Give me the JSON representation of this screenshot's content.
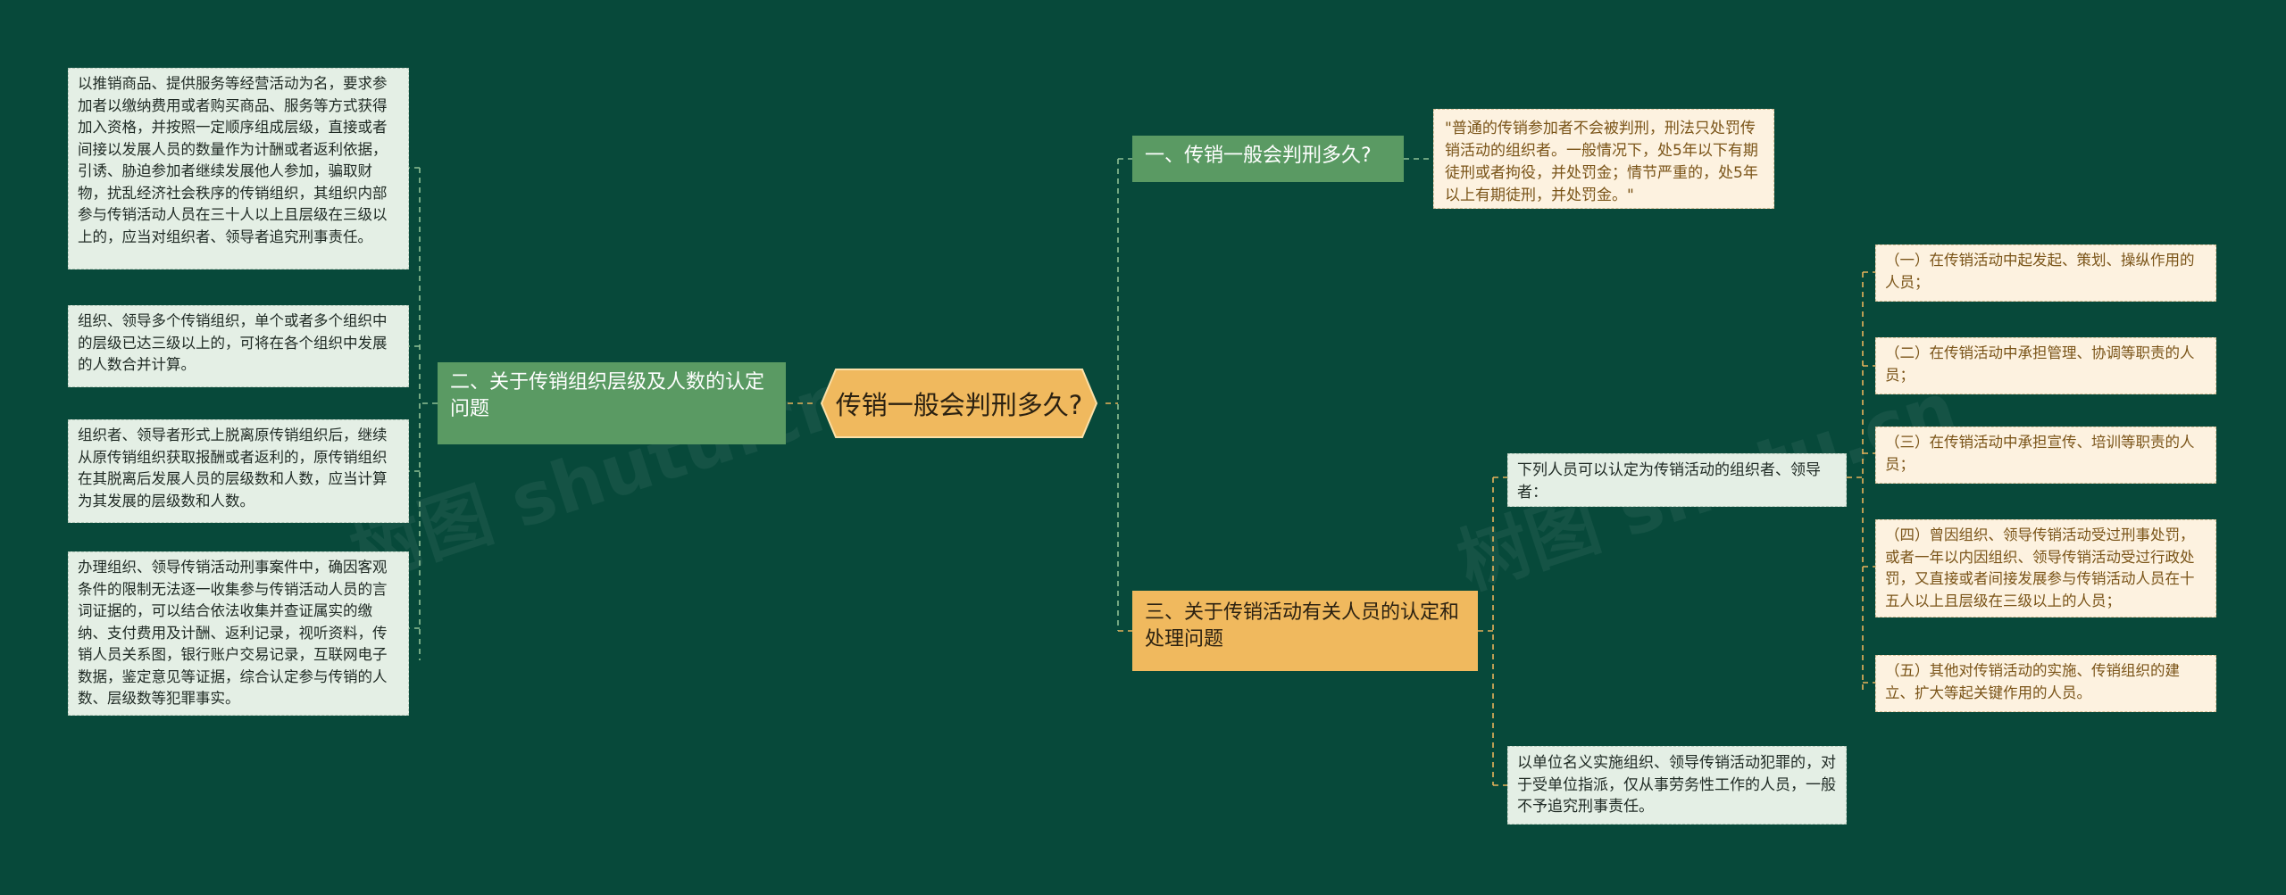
{
  "center": {
    "label": "传销一般会判刑多久?"
  },
  "branches": {
    "b1": {
      "label": "一、传销一般会判刑多久?"
    },
    "b2": {
      "label": "二、关于传销组织层级及人数的认定问题"
    },
    "b3": {
      "label": "三、关于传销活动有关人员的认定和处理问题"
    }
  },
  "b1_children": {
    "quote": "\"普通的传销参加者不会被判刑，刑法只处罚传销活动的组织者。一般情况下，处5年以下有期徒刑或者拘役，并处罚金；情节严重的，处5年以上有期徒刑，并处罚金。\""
  },
  "b2_children": [
    "以推销商品、提供服务等经营活动为名，要求参加者以缴纳费用或者购买商品、服务等方式获得加入资格，并按照一定顺序组成层级，直接或者间接以发展人员的数量作为计酬或者返利依据，引诱、胁迫参加者继续发展他人参加，骗取财物，扰乱经济社会秩序的传销组织，其组织内部参与传销活动人员在三十人以上且层级在三级以上的，应当对组织者、领导者追究刑事责任。",
    "组织、领导多个传销组织，单个或者多个组织中的层级已达三级以上的，可将在各个组织中发展的人数合并计算。",
    "组织者、领导者形式上脱离原传销组织后，继续从原传销组织获取报酬或者返利的，原传销组织在其脱离后发展人员的层级数和人数，应当计算为其发展的层级数和人数。",
    "办理组织、领导传销活动刑事案件中，确因客观条件的限制无法逐一收集参与传销活动人员的言词证据的，可以结合依法收集并查证属实的缴纳、支付费用及计酬、返利记录，视听资料，传销人员关系图，银行账户交易记录，互联网电子数据，鉴定意见等证据，综合认定参与传销的人数、层级数等犯罪事实。"
  ],
  "b3_children": {
    "t1": "下列人员可以认定为传销活动的组织者、领导者：",
    "t2": "以单位名义实施组织、领导传销活动犯罪的，对于受单位指派，仅从事劳务性工作的人员，一般不予追究刑事责任。"
  },
  "t1_children": [
    "（一）在传销活动中起发起、策划、操纵作用的人员；",
    "（二）在传销活动中承担管理、协调等职责的人员；",
    "（三）在传销活动中承担宣传、培训等职责的人员；",
    "（四）曾因组织、领导传销活动受过刑事处罚，或者一年以内因组织、领导传销活动受过行政处罚，又直接或者间接发展参与传销活动人员在十五人以上且层级在三级以上的人员；",
    "（五）其他对传销活动的实施、传销组织的建立、扩大等起关键作用的人员。"
  ],
  "colors": {
    "background": "#07493a",
    "green_branch": "#5a9a63",
    "orange_branch": "#f0b95e",
    "green_leaf": "#e4efe5",
    "cream_leaf": "#fdf2e0"
  }
}
